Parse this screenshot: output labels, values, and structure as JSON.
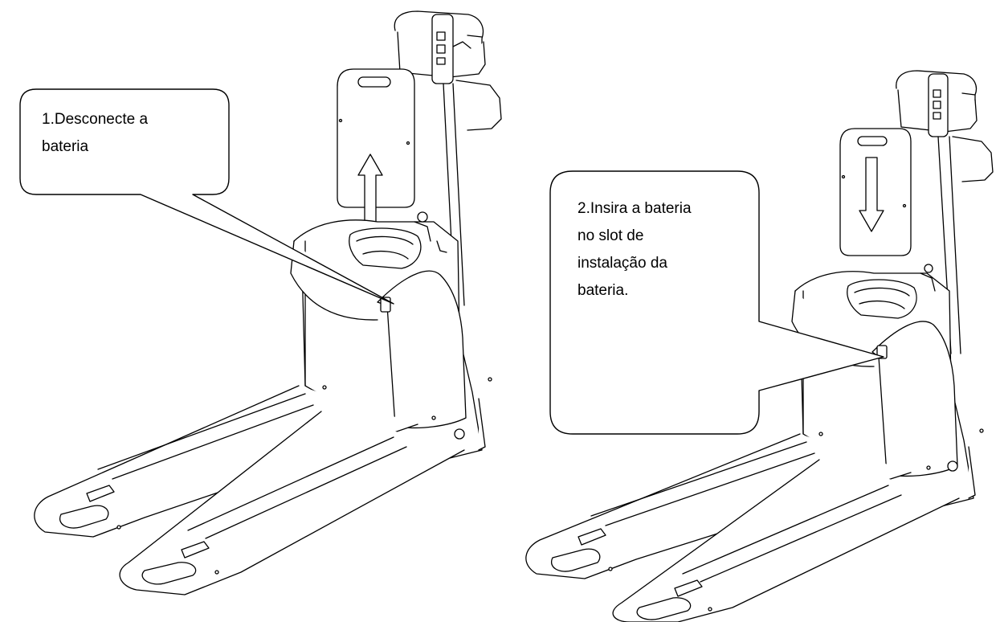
{
  "steps": [
    {
      "number": 1,
      "callout_text": "1.Desconecte a\nbateria",
      "arrow_direction": "up"
    },
    {
      "number": 2,
      "callout_text": "2.Insira a bateria\nno slot de\ninstalação da\nbateria.",
      "arrow_direction": "down"
    }
  ],
  "colors": {
    "line": "#000000",
    "background": "#ffffff",
    "fill": "#ffffff"
  }
}
